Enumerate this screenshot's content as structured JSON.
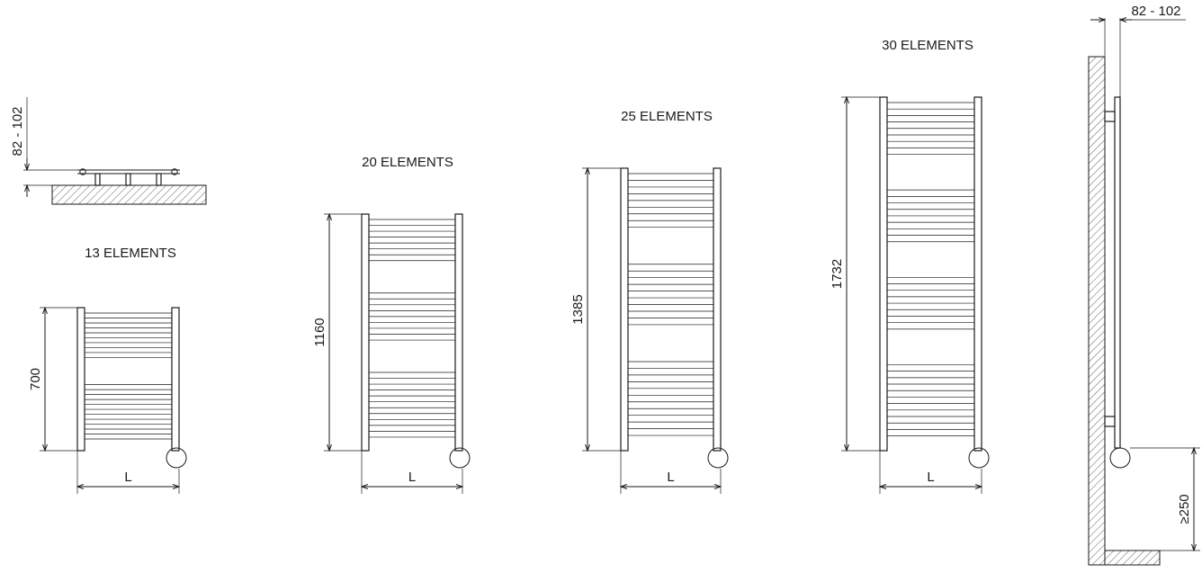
{
  "models": [
    {
      "title": "13 ELEMENTS",
      "height_label": "700",
      "width_label": "L",
      "groups": [
        10,
        12
      ]
    },
    {
      "title": "20 ELEMENTS",
      "height_label": "1160",
      "width_label": "L",
      "groups": [
        8,
        9,
        12
      ]
    },
    {
      "title": "25 ELEMENTS",
      "height_label": "1385",
      "width_label": "L",
      "groups": [
        9,
        10,
        12
      ]
    },
    {
      "title": "30 ELEMENTS",
      "height_label": "1732",
      "width_label": "L",
      "groups": [
        9,
        9,
        9,
        12
      ]
    }
  ],
  "top_detail": {
    "depth_label": "82 - 102"
  },
  "side_view": {
    "depth_label": "82 - 102",
    "floor_label": "≥250"
  },
  "colors": {
    "line": "#1a1a1a",
    "hatch": "#1a1a1a",
    "background": "#ffffff"
  }
}
